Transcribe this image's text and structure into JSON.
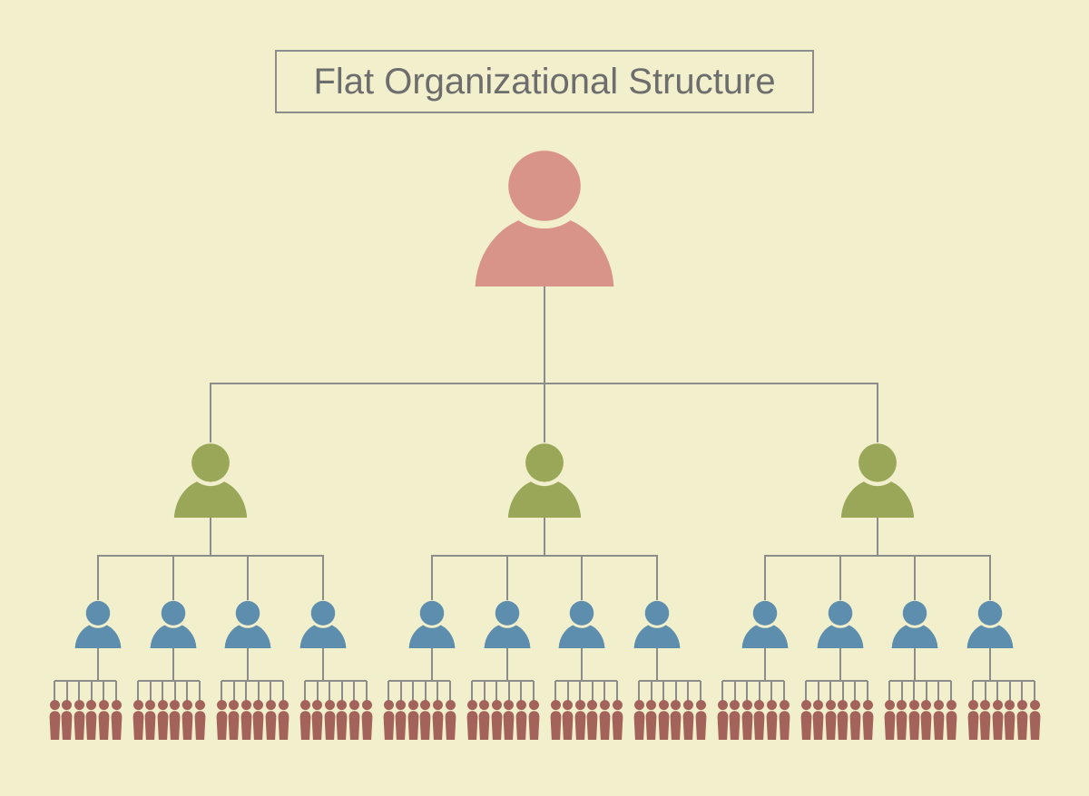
{
  "title": {
    "text": "Flat Organizational Structure"
  },
  "palette": {
    "background": "#f2efcc",
    "line": "#8c8c8a",
    "title_text": "#6d6d6d",
    "title_border": "#8c8c8a",
    "executive": "#d89489",
    "manager": "#9ba758",
    "team_lead": "#5d8ead",
    "staff": "#a3635b"
  },
  "org": {
    "levels": [
      {
        "name": "executive",
        "icon": "person-icon",
        "count": 1,
        "color": "#d89489"
      },
      {
        "name": "managers",
        "icon": "person-icon",
        "count": 3,
        "color": "#9ba758"
      },
      {
        "name": "team-leads",
        "icon": "person-icon",
        "count": 12,
        "color": "#5d8ead"
      },
      {
        "name": "staff",
        "icon": "person-icon",
        "count": 72,
        "color": "#a3635b"
      }
    ],
    "children_per_executive": 3,
    "children_per_manager": 4,
    "children_per_team_lead": 6
  }
}
